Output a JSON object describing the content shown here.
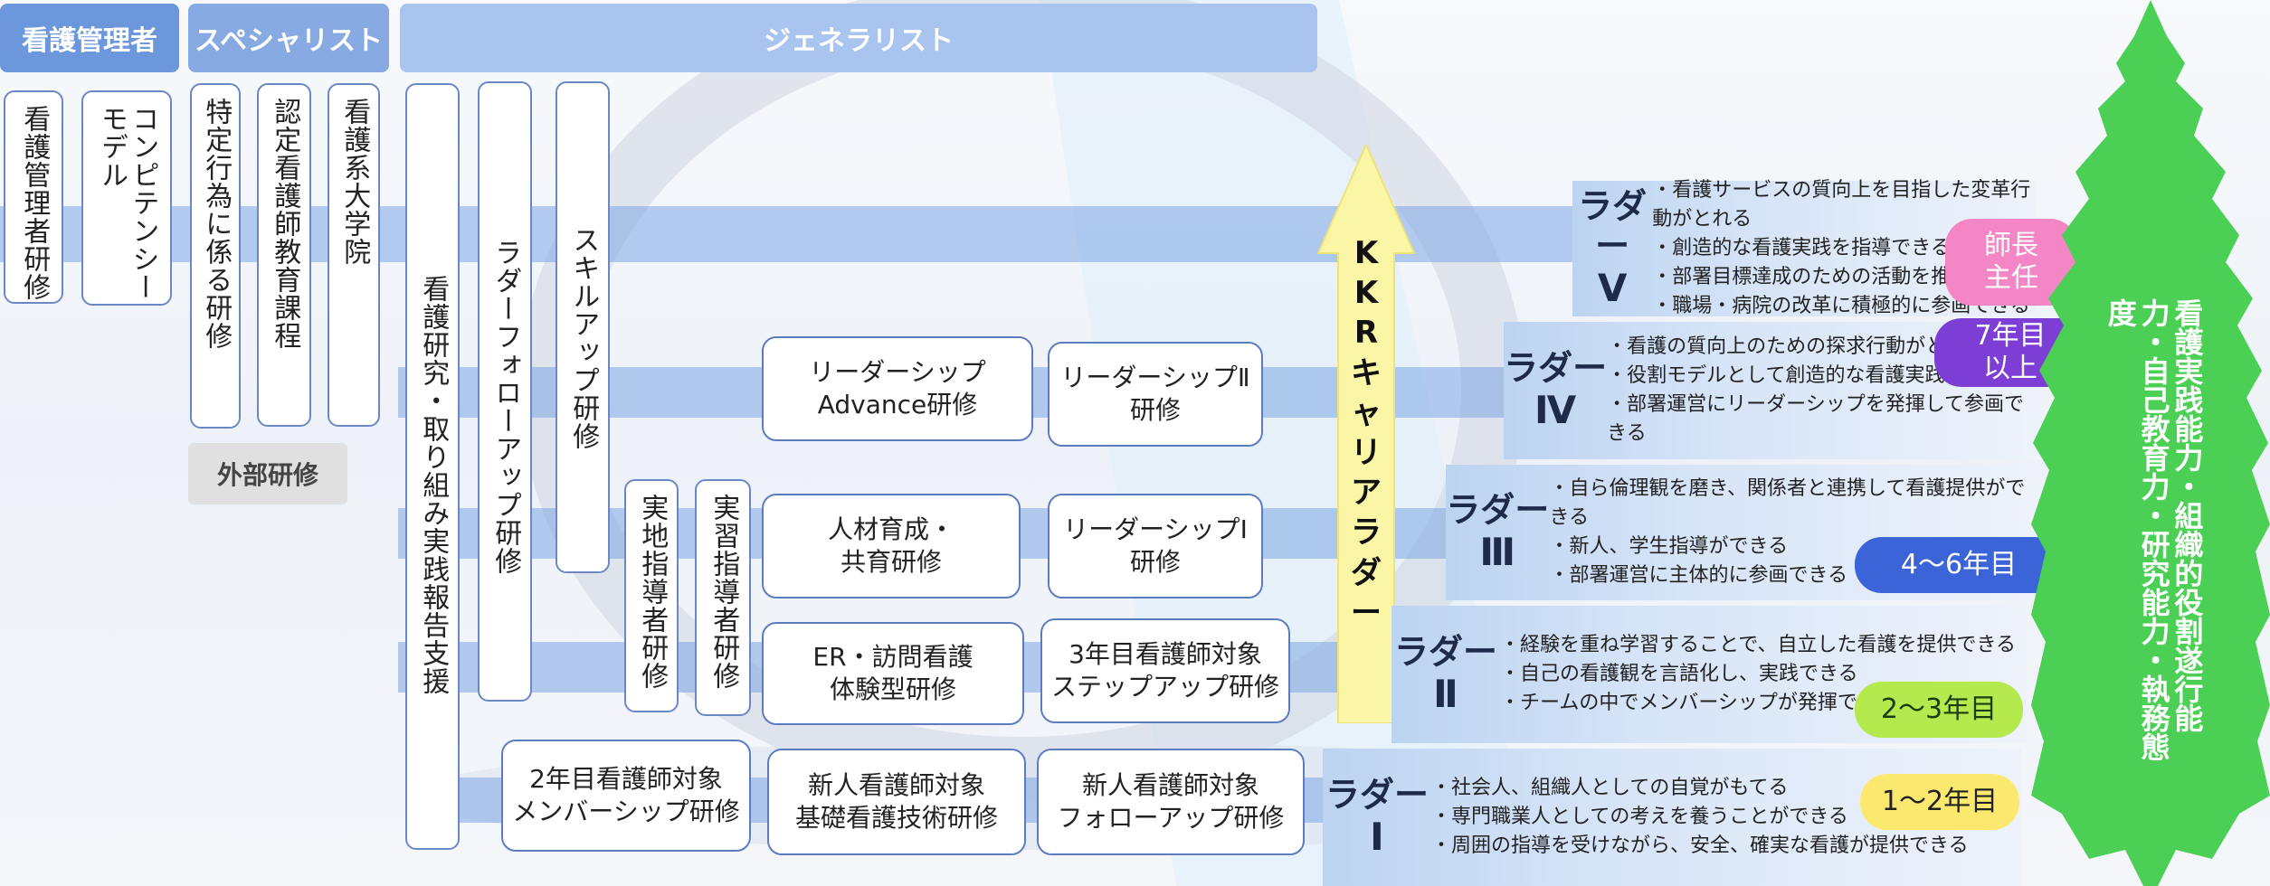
{
  "headers": {
    "manager": "看護管理者",
    "specialist": "スペシャリスト",
    "generalist": "ジェネラリスト",
    "external": "外部研修"
  },
  "vertical_boxes": {
    "manager_training": "看護管理者研修",
    "competency_line1": "コンピテンシー",
    "competency_line2": "モデル",
    "specific_acts": "特定行為に係る研修",
    "certified_nurse": "認定看護師教育課程",
    "nursing_grad": "看護系大学院",
    "research_support": "看護研究・取り組み実践報告支援",
    "ladder_followup": "ラダーフォローアップ研修",
    "skillup": "スキルアップ研修",
    "field_instructor": "実地指導者研修",
    "practicum_instructor": "実習指導者研修"
  },
  "trainings": {
    "leadership_advance": [
      "リーダーシップ",
      "Advance研修"
    ],
    "leadership_2": [
      "リーダーシップⅡ",
      "研修"
    ],
    "hr_development": [
      "人材育成・",
      "共育研修"
    ],
    "leadership_1": [
      "リーダーシップⅠ",
      "研修"
    ],
    "er_visit": [
      "ER・訪問看護",
      "体験型研修"
    ],
    "year3_stepup": [
      "3年目看護師対象",
      "ステップアップ研修"
    ],
    "year2_membership": [
      "2年目看護師対象",
      "メンバーシップ研修"
    ],
    "new_basic": [
      "新人看護師対象",
      "基礎看護技術研修"
    ],
    "new_followup": [
      "新人看護師対象",
      "フォローアップ研修"
    ]
  },
  "career_arrow": {
    "chars": [
      "K",
      "K",
      "R",
      "キ",
      "ャ",
      "リ",
      "ア",
      "ラ",
      "ダ",
      "ー"
    ]
  },
  "ladders": [
    {
      "label": "ラダー",
      "num": "Ⅴ",
      "items": [
        "看護サービスの質向上を目指した変革行動がとれる",
        "創造的な看護実践を指導できる",
        "部署目標達成のための活動を推進できる",
        "職場・病院の改革に積極的に参画できる"
      ],
      "badge": [
        "師長",
        "主任"
      ],
      "badge_color": "#f486c6",
      "badge_text_color": "#ffffff"
    },
    {
      "label": "ラダー",
      "num": "Ⅳ",
      "items": [
        "看護の質向上のための探求行動がとれる",
        "役割モデルとして創造的な看護実践ができる",
        "部署運営にリーダーシップを発揮して参画できる"
      ],
      "badge": [
        "7年目",
        "以上"
      ],
      "badge_color": "#7d3ed6",
      "badge_text_color": "#ffffff"
    },
    {
      "label": "ラダー",
      "num": "Ⅲ",
      "items": [
        "自ら倫理観を磨き、関係者と連携して看護提供ができる",
        "新人、学生指導ができる",
        "部署運営に主体的に参画できる"
      ],
      "badge": [
        "4～6年目"
      ],
      "badge_color": "#3b64d8",
      "badge_text_color": "#ffffff"
    },
    {
      "label": "ラダー",
      "num": "Ⅱ",
      "items": [
        "経験を重ね学習することで、自立した看護を提供できる",
        "自己の看護観を言語化し、実践できる",
        "チームの中でメンバーシップが発揮できる"
      ],
      "badge": [
        "2～3年目"
      ],
      "badge_color": "#b5ea4e",
      "badge_text_color": "#1f3b10"
    },
    {
      "label": "ラダー",
      "num": "Ⅰ",
      "items": [
        "社会人、組織人としての自覚がもてる",
        "専門職業人としての考えを養うことができる",
        "周囲の指導を受けながら、安全、確実な看護が提供できる"
      ],
      "badge": [
        "1～2年目"
      ],
      "badge_color": "#fbe96f",
      "badge_text_color": "#222222"
    }
  ],
  "tree": {
    "text": "看護実践能力・組織的役割遂行能力・自己教育力・研究能力・執務態度"
  },
  "colors": {
    "header_dark": "#6d97dc",
    "header_mid": "#88aae3",
    "header_light": "#a9c4ef",
    "band": "#7da5e4",
    "arrow": "#fbf6a6",
    "tree": "#4ccf55"
  }
}
